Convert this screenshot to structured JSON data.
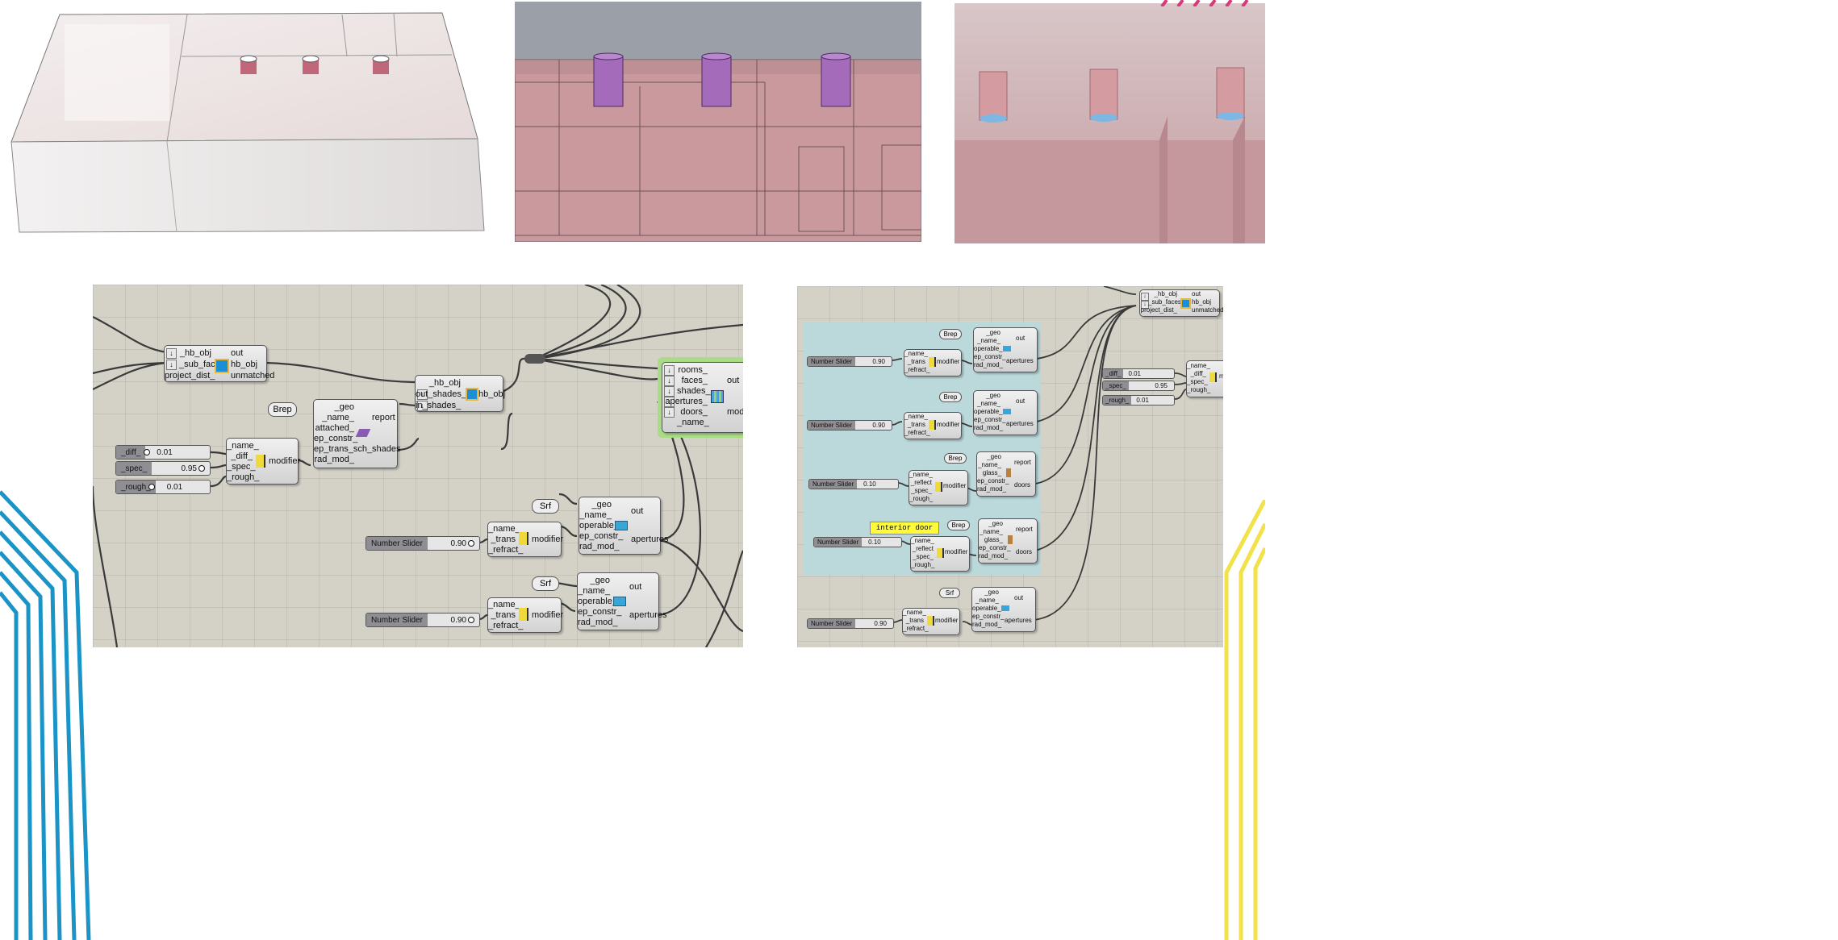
{
  "colors": {
    "canvas": "#d4d1c7",
    "model_pink": "#c99aa0",
    "cylinder_purple": "#a56bbb",
    "group_blue": "#b9d8dc",
    "green_frame": "#a9dc85",
    "panel_yellow": "#fffb3a"
  },
  "left_graph": {
    "hb_sub": {
      "inputs": [
        "_hb_obj",
        "_sub_faces",
        "project_dist_"
      ],
      "outputs": [
        "out",
        "hb_obj",
        "unmatched"
      ]
    },
    "shades": {
      "inputs": [
        "_hb_obj",
        "out_shades_",
        "in_shades_"
      ],
      "output": "hb_obj"
    },
    "brep_param": "Brep",
    "shade_comp": {
      "inputs": [
        "_geo",
        "_name_",
        "attached_",
        "ep_constr_",
        "ep_trans_sch_",
        "rad_mod_"
      ],
      "outputs": [
        "report",
        "shades"
      ]
    },
    "sliders": [
      {
        "label": "_diff_",
        "value": "0.01"
      },
      {
        "label": "_spec_",
        "value": "0.95"
      },
      {
        "label": "_rough_",
        "value": "0.01"
      }
    ],
    "opaque_mod": {
      "inputs": [
        "_name_",
        "_diff_",
        "_spec_",
        "_rough_"
      ],
      "output": "modifier"
    },
    "model": {
      "inputs": [
        "rooms_",
        "faces_",
        "shades_",
        "apertures_",
        "doors_",
        "_name_"
      ],
      "outputs": [
        "out",
        "model"
      ]
    },
    "srf_param": "Srf",
    "aperture": {
      "inputs": [
        "_geo",
        "_name_",
        "operable_",
        "ep_constr_",
        "rad_mod_"
      ],
      "outputs": [
        "out",
        "apertures"
      ]
    },
    "trans_mod": {
      "inputs": [
        "_name_",
        "_trans",
        "_refract_"
      ],
      "output": "modifier"
    },
    "number_slider": {
      "label": "Number Slider",
      "value": "0.90"
    }
  },
  "right_graph": {
    "hb_sub": {
      "inputs": [
        "_hb_obj",
        "_sub_faces",
        "project_dist_"
      ],
      "outputs": [
        "out",
        "hb_obj",
        "unmatched"
      ]
    },
    "brep": "Brep",
    "srf": "Srf",
    "aperture": {
      "inputs": [
        "_geo",
        "_name_",
        "operable_",
        "ep_constr_",
        "rad_mod_"
      ],
      "outputs": [
        "out",
        "apertures"
      ]
    },
    "door": {
      "inputs": [
        "_geo",
        "_name_",
        "glass_",
        "ep_constr_",
        "rad_mod_"
      ],
      "outputs": [
        "report",
        "doors"
      ]
    },
    "trans_mod": {
      "inputs": [
        "_name_",
        "_trans",
        "_refract_"
      ],
      "output": "modifier"
    },
    "mirror_mod": {
      "inputs": [
        "_name_",
        "_reflect",
        "_spec_",
        "_rough_"
      ],
      "output": "modifier"
    },
    "sliders": {
      "trans": {
        "label": "Number Slider",
        "value": "0.90"
      },
      "reflect": {
        "label": "Number Slider",
        "value": "0.10"
      }
    },
    "panel_text": "interior door",
    "side_sliders": [
      {
        "label": "_diff_",
        "value": "0.01"
      },
      {
        "label": "_spec_",
        "value": "0.95"
      },
      {
        "label": "_rough_",
        "value": "0.01"
      }
    ],
    "side_mod": {
      "inputs": [
        "_name_",
        "_diff_",
        "_spec_",
        "_rough_"
      ],
      "output": "m"
    }
  },
  "icons": [
    "honeybee-object-icon",
    "shade-icon",
    "modifier-icon",
    "aperture-icon",
    "model-icon",
    "door-icon"
  ]
}
